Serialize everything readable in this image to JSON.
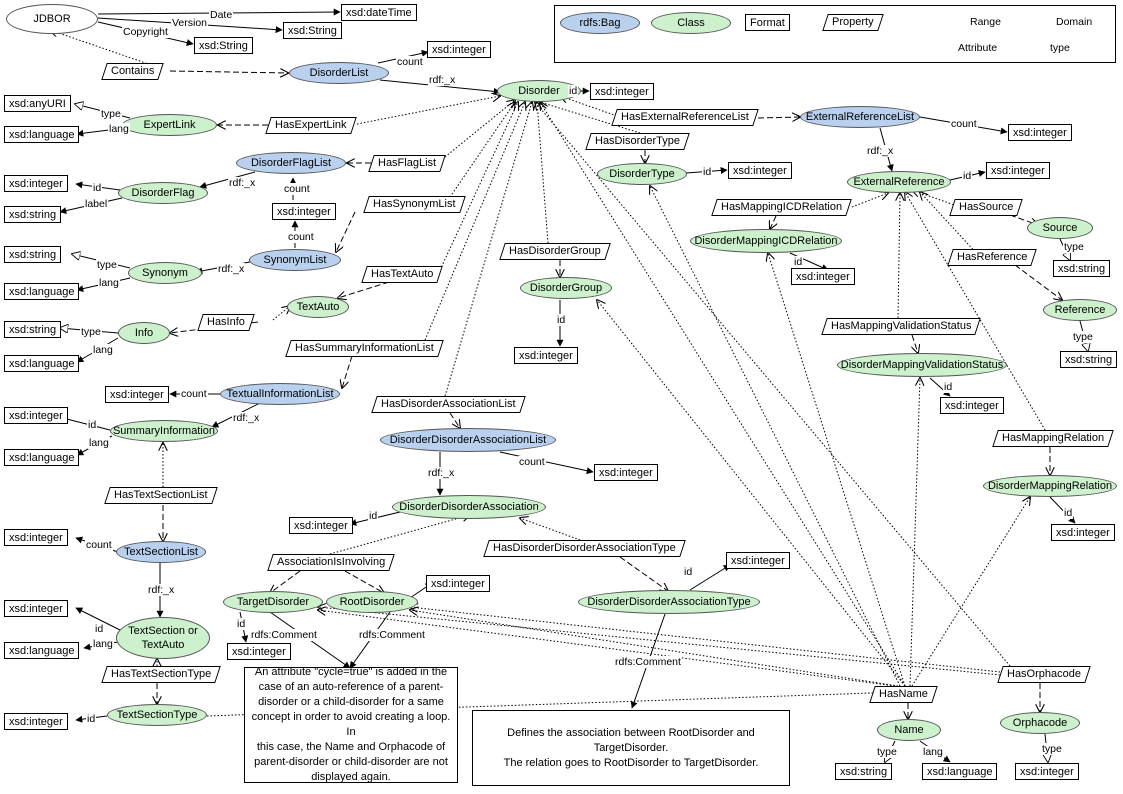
{
  "root": {
    "label": "JDBOR"
  },
  "legend": {
    "bag": "rdfs:Bag",
    "class": "Class",
    "format": "Format",
    "property": "Property",
    "range": "Range",
    "domain": "Domain",
    "attribute": "Attribute",
    "type": "type"
  },
  "ellipses": {
    "disorder": "Disorder",
    "disorderlist": "DisorderList",
    "expertlink": "ExpertLink",
    "disorderflaglist": "DisorderFlagList",
    "disorderflag": "DisorderFlag",
    "synonymlist": "SynonymList",
    "synonym": "Synonym",
    "textauto": "TextAuto",
    "info": "Info",
    "textualinformationlist": "TextualInformationList",
    "summaryinformation": "SummaryInformation",
    "textsectionlist": "TextSectionList",
    "textsection": "TextSection or\nTextAuto",
    "textsectiontype": "TextSectionType",
    "disordertype": "DisorderType",
    "disordergroup": "DisorderGroup",
    "ddalist": "DisorderDisorderAssociationList",
    "dda": "DisorderDisorderAssociation",
    "targetdisorder": "TargetDisorder",
    "rootdisorder": "RootDisorder",
    "ddatype": "DisorderDisorderAssociationType",
    "externalreferencelist": "ExternalReferenceList",
    "externalreference": "ExternalReference",
    "source": "Source",
    "reference": "Reference",
    "dmicd": "DisorderMappingICDRelation",
    "dmvs": "DisorderMappingValidationStatus",
    "dmr": "DisorderMappingRelation",
    "name": "Name",
    "orphacode": "Orphacode"
  },
  "properties": {
    "contains": "Contains",
    "hasexpertlink": "HasExpertLink",
    "hasflaglist": "HasFlagList",
    "hassynonymlist": "HasSynonymList",
    "hastextauto": "HasTextAuto",
    "hasinfo": "HasInfo",
    "hassummaryinformationlist": "HasSummaryInformationList",
    "hastextsectionlist": "HasTextSectionList",
    "hastextsectiontype": "HasTextSectionType",
    "hasexternalreferencelist": "HasExternalReferenceList",
    "hasdisordertype": "HasDisorderType",
    "hasdisordergroup": "HasDisorderGroup",
    "hasdisorderassociationlist": "HasDisorderAssociationList",
    "associationisinvolving": "AssociationIsInvolving",
    "hasddatype": "HasDisorderDisorderAssociationType",
    "hasmappingicdrelation": "HasMappingICDRelation",
    "hassource": "HasSource",
    "hasreference": "HasReference",
    "hasmappingvalidationstatus": "HasMappingValidationStatus",
    "hasmappingrelation": "HasMappingRelation",
    "hasname": "HasName",
    "hasorphacode": "HasOrphacode"
  },
  "formats": {
    "datetime": "xsd:dateTime",
    "integer": "xsd:integer",
    "string": "xsd:String",
    "anyuri": "xsd:anyURI",
    "language": "xsd:language",
    "lstring": "xsd:string"
  },
  "edge_labels": {
    "date": "Date",
    "version": "Version",
    "copyright": "Copyright",
    "count": "count",
    "rdf": "rdf:_x",
    "id": "id",
    "type": "type",
    "lang": "lang",
    "label": "label",
    "comment": "rdfs:Comment"
  },
  "notes": {
    "cycle": "An attribute \"cycle=true\" is added in the\ncase of an auto-reference of a parent-\ndisorder or a child-disorder for a same\nconcept in order to avoid creating a loop. In\nthis case, the Name and Orphacode of\nparent-disorder or child-disorder are not\ndisplayed again.",
    "association": "Defines the association between RootDisorder and\nTargetDisorder.\nThe relation goes to RootDisorder to TargetDisorder."
  },
  "colors": {
    "class": "#ccf1cc",
    "bag": "#b9d1ef"
  }
}
